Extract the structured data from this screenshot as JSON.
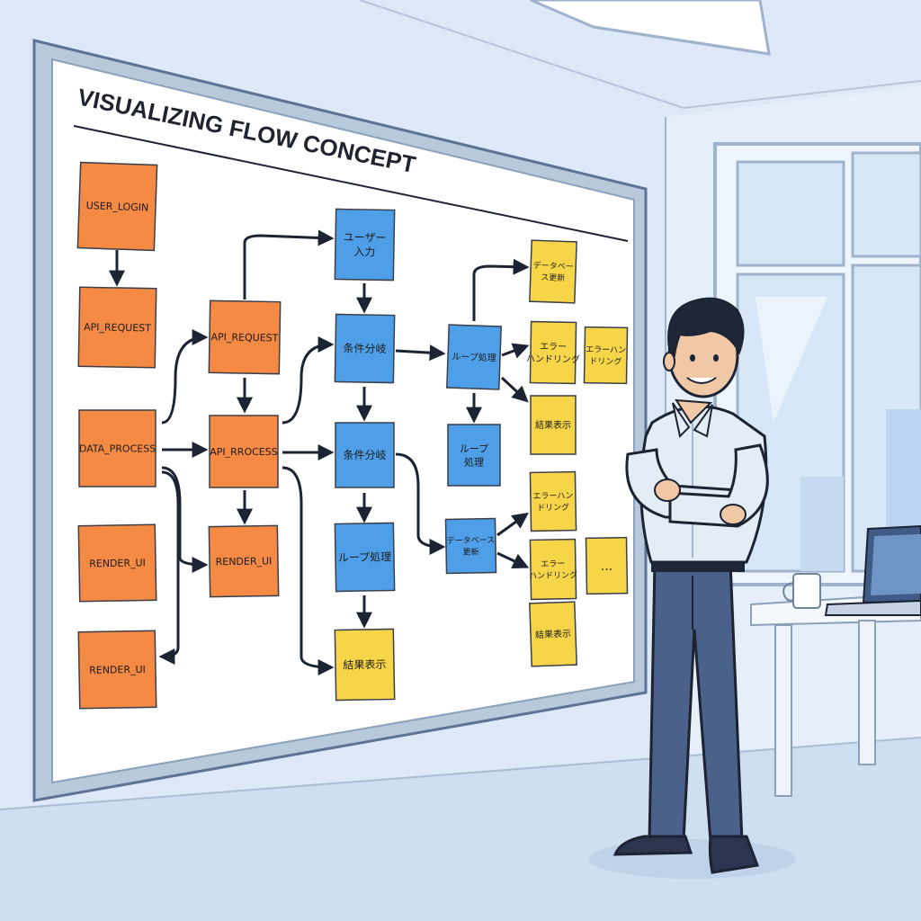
{
  "board": {
    "title": "VISUALIZING FLOW CONCEPT"
  },
  "palette": {
    "orange": "#f58a45",
    "blue": "#4f9fe8",
    "yellow": "#f7d548",
    "ink": "#1c2333",
    "wall": "#dde9f7",
    "board_bg": "#ffffff",
    "frame": "#b9c9dc"
  },
  "notes": [
    {
      "id": "n1",
      "color": "orange",
      "lines": [
        "USER_LOGIN"
      ]
    },
    {
      "id": "n2",
      "color": "orange",
      "lines": [
        "API_REQUEST"
      ]
    },
    {
      "id": "n3",
      "color": "orange",
      "lines": [
        "DATA_PROCESS"
      ]
    },
    {
      "id": "n4",
      "color": "orange",
      "lines": [
        "RENDER_UI"
      ]
    },
    {
      "id": "n5",
      "color": "orange",
      "lines": [
        "RENDER_UI"
      ]
    },
    {
      "id": "n6",
      "color": "orange",
      "lines": [
        "API_REQUEST"
      ]
    },
    {
      "id": "n7",
      "color": "orange",
      "lines": [
        "API_RROCESS"
      ]
    },
    {
      "id": "n8",
      "color": "orange",
      "lines": [
        "RENDER_UI"
      ]
    },
    {
      "id": "n9",
      "color": "blue",
      "lines": [
        "ユーザー",
        "入力"
      ]
    },
    {
      "id": "n10",
      "color": "blue",
      "lines": [
        "条件分岐"
      ]
    },
    {
      "id": "n11",
      "color": "blue",
      "lines": [
        "条件分岐"
      ]
    },
    {
      "id": "n12",
      "color": "blue",
      "lines": [
        "ループ処理"
      ]
    },
    {
      "id": "n13",
      "color": "yellow",
      "lines": [
        "結果表示"
      ]
    },
    {
      "id": "n14",
      "color": "blue",
      "lines": [
        "ループ処理"
      ]
    },
    {
      "id": "n15",
      "color": "blue",
      "lines": [
        "ループ",
        "処理"
      ]
    },
    {
      "id": "n16",
      "color": "blue",
      "lines": [
        "データベース",
        "更新"
      ]
    },
    {
      "id": "n17",
      "color": "yellow",
      "lines": [
        "データベー",
        "ス更新"
      ]
    },
    {
      "id": "n18",
      "color": "yellow",
      "lines": [
        "エラー",
        "ハンドリング"
      ]
    },
    {
      "id": "n19",
      "color": "yellow",
      "lines": [
        "エラーハン",
        "ドリング"
      ]
    },
    {
      "id": "n20",
      "color": "yellow",
      "lines": [
        "結果表示"
      ]
    },
    {
      "id": "n21",
      "color": "yellow",
      "lines": [
        "エラーハン",
        "ドリング"
      ]
    },
    {
      "id": "n22",
      "color": "yellow",
      "lines": [
        "エラー",
        "ハンドリング"
      ]
    },
    {
      "id": "n23",
      "color": "yellow",
      "lines": [
        "..."
      ]
    },
    {
      "id": "n24",
      "color": "yellow",
      "lines": [
        "結果表示"
      ]
    }
  ],
  "icons": {
    "person": "man-standing-arms-crossed",
    "mug": "coffee-mug-icon",
    "laptop": "laptop-icon",
    "window": "window-icon",
    "ceiling_light": "ceiling-light-icon"
  }
}
